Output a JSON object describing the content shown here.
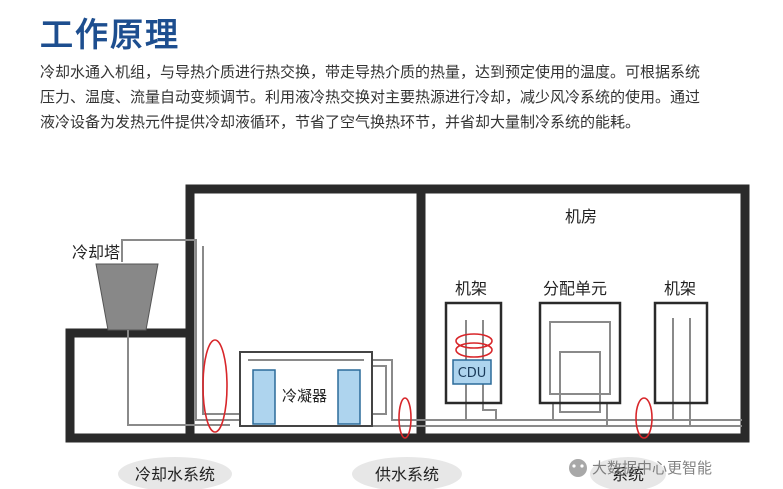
{
  "title": "工作原理",
  "description_lines": [
    "冷却水通入机组，与导热介质进行热交换，带走导热介质的热量，达到预定使用的温度。可根据系统",
    "压力、温度、流量自动变频调节。利用液冷热交换对主要热源进行冷却，减少风冷系统的使用。通过",
    "液冷设备为发热元件提供冷却液循环，节省了空气换热环节，并省却大量制冷系统的能耗。"
  ],
  "diagram": {
    "cooling_tower": "冷却塔",
    "machine_room": "机房",
    "condenser": "冷凝器",
    "rack_left": "机架",
    "distribution_unit": "分配单元",
    "rack_right": "机架",
    "cdu": "CDU",
    "cooling_water_system": "冷却水系统",
    "supply_water_system": "供水系统",
    "third_system": "系统"
  },
  "watermark": "大数据中心更智能",
  "colors": {
    "title": "#1d4e8f",
    "wall": "#2a2a2a",
    "pipe": "#8a8a8a",
    "component_fill": "#aed4ee",
    "component_stroke": "#2b6b9a",
    "highlight": "#d8262a",
    "label_oval": "#e7e7e7",
    "tower_fill": "#888888"
  }
}
